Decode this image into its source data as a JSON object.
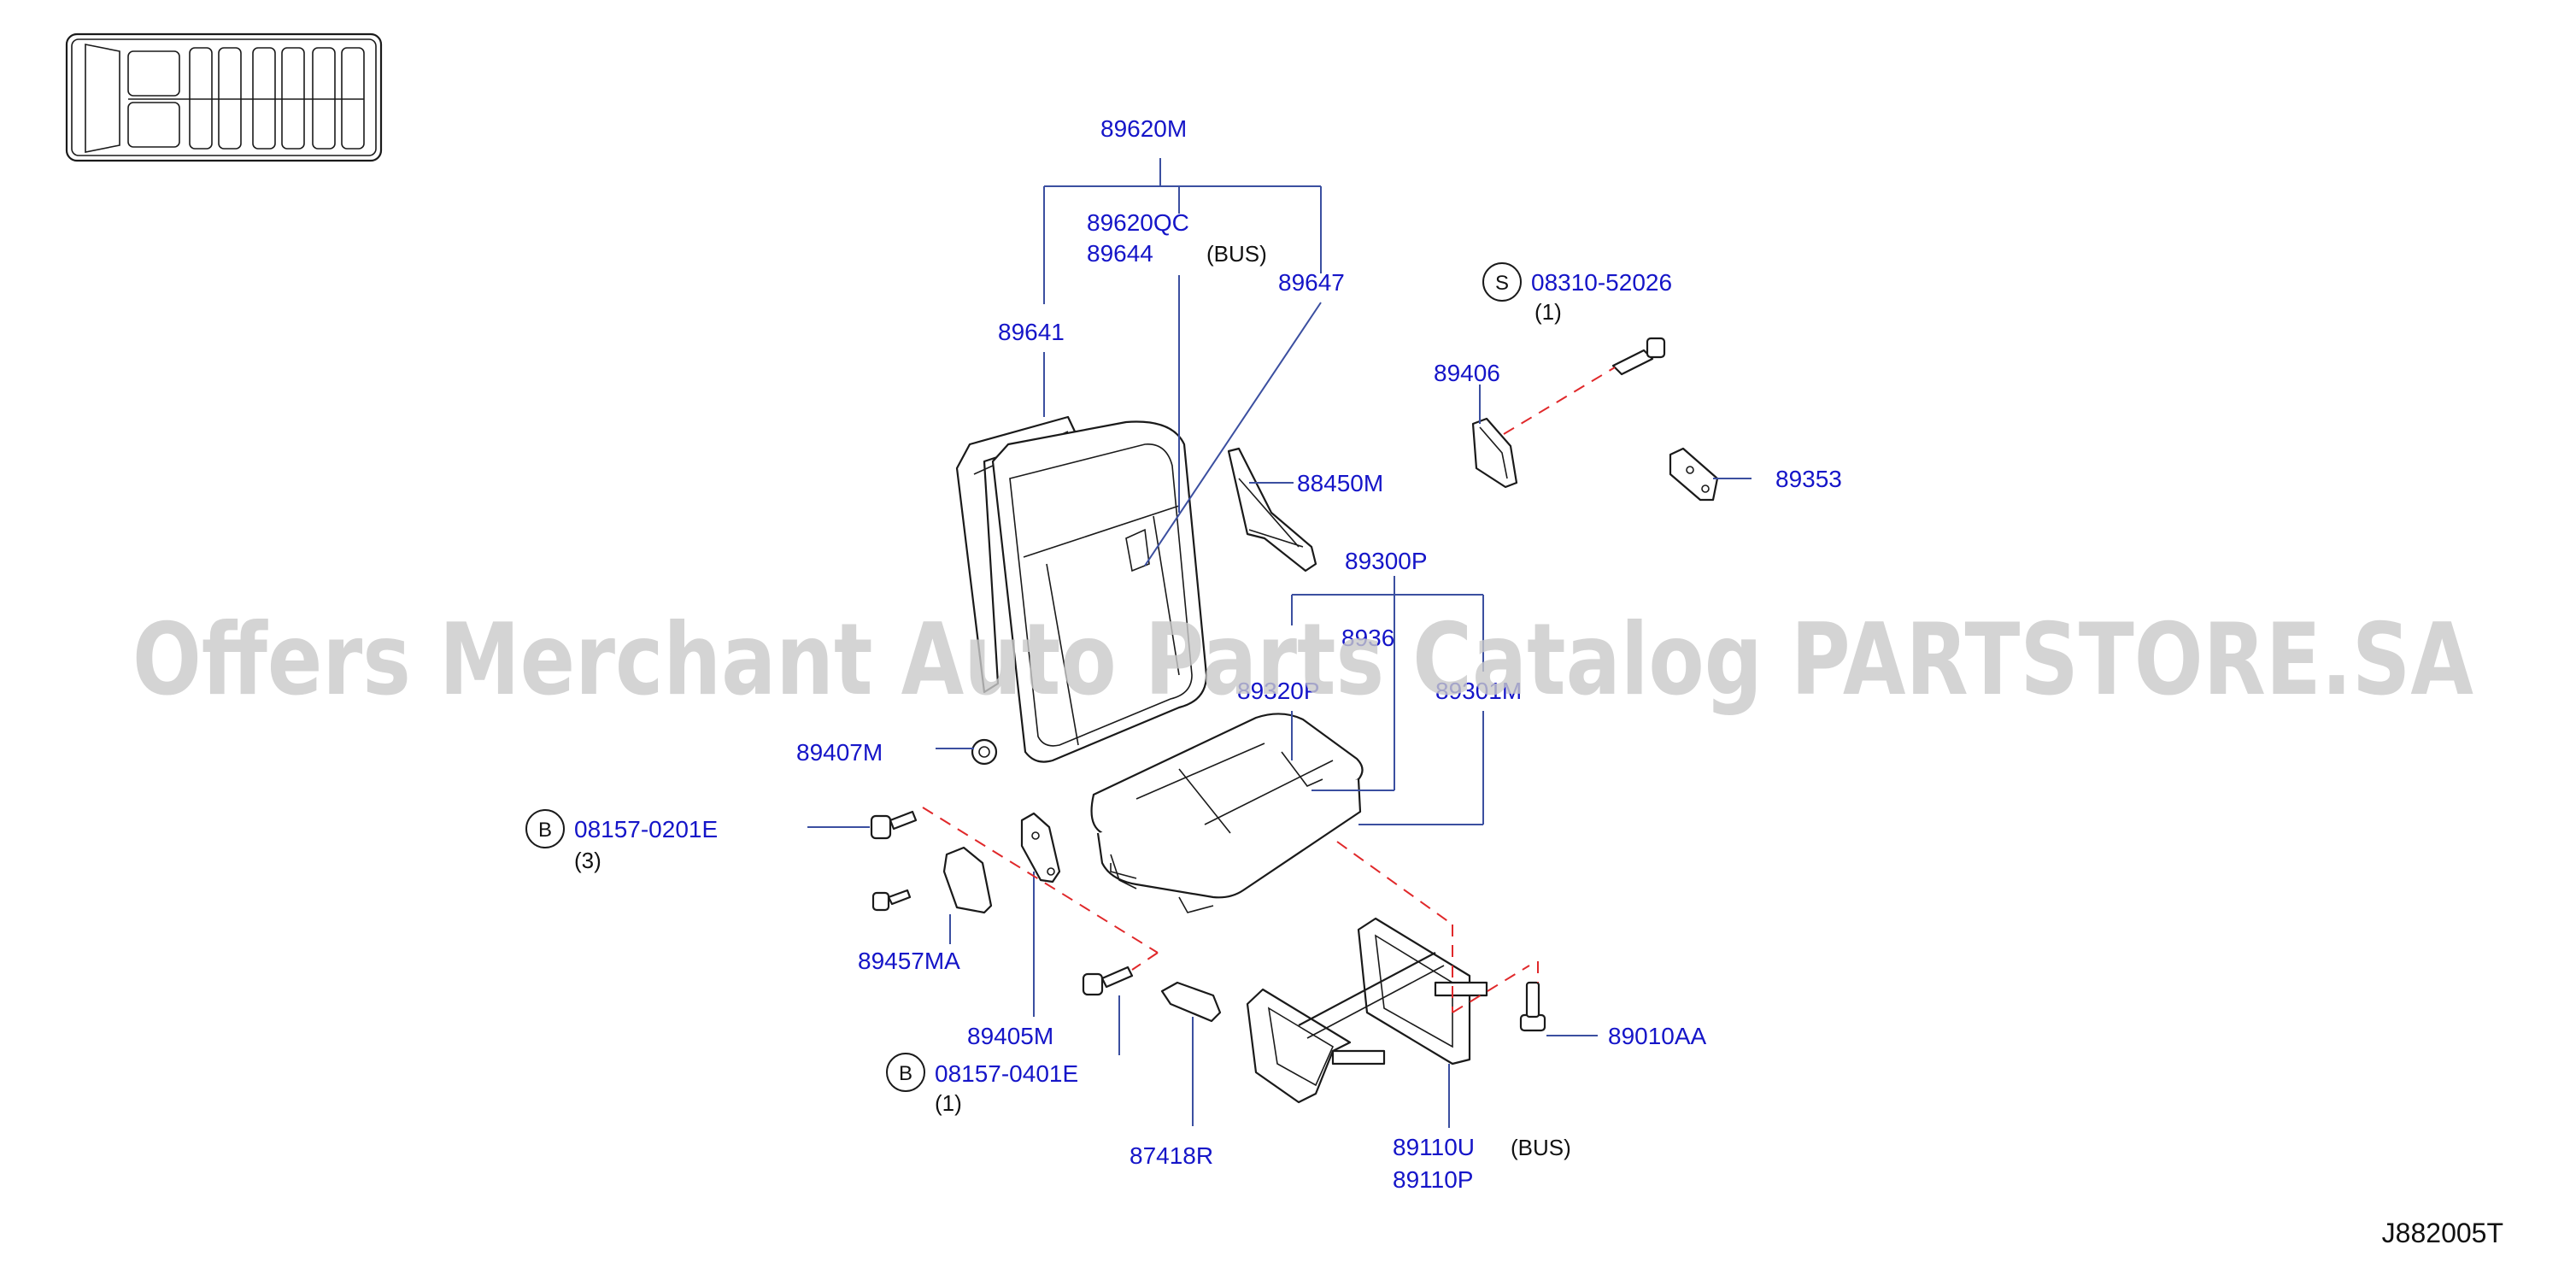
{
  "watermark": "Offers Merchant Auto Parts Catalog PARTSTORE.SA",
  "diagram_code": "J882005T",
  "parts": {
    "p89620M": "89620M",
    "p89620QC": "89620QC",
    "p89644": "89644",
    "bus_note_top": "(BUS)",
    "p89647": "89647",
    "p89641": "89641",
    "p89300P": "89300P",
    "p8936x": "8936",
    "p89320P": "89320P",
    "p89301M": "89301M",
    "p88450M": "88450M",
    "p89406": "89406",
    "p89353": "89353",
    "p89407M": "89407M",
    "p89457MA": "89457MA",
    "p89405M": "89405M",
    "p87418R": "87418R",
    "p89110U": "89110U",
    "p89110P": "89110P",
    "bus_note_bottom": "(BUS)",
    "p89010AA": "89010AA"
  },
  "fasteners": {
    "s_top": {
      "badge": "S",
      "part": "08310-52026",
      "qty": "(1)"
    },
    "b_left": {
      "badge": "B",
      "part": "08157-0201E",
      "qty": "(3)"
    },
    "b_bottom": {
      "badge": "B",
      "part": "08157-0401E",
      "qty": "(1)"
    }
  }
}
